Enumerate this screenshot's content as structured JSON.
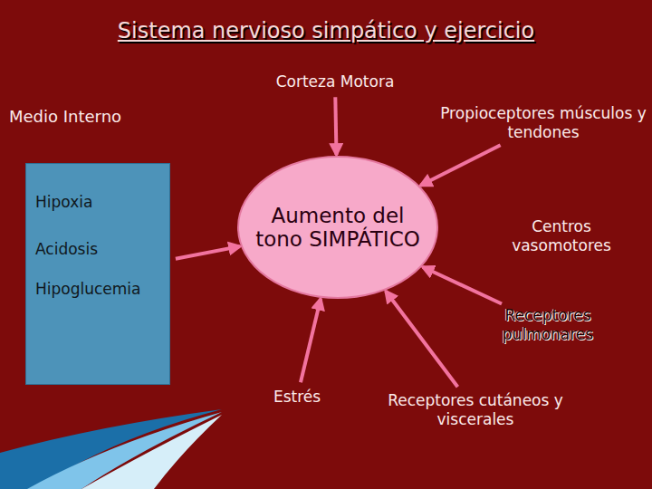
{
  "diagram": {
    "title": "Sistema nervioso simpático y ejercicio",
    "nodes": [
      {
        "text": [
          "Corteza Motora"
        ]
      },
      {
        "text": [
          "Medio Interno",
          "Hipoxia",
          "Acidosis",
          "Hipoglucemia"
        ]
      },
      {
        "text": [
          "Propioceptores músculos y tendones"
        ]
      },
      {
        "text": [
          "Aumento del tono SIMPÁTICO"
        ]
      },
      {
        "text": [
          "Centros vasomotores"
        ]
      },
      {
        "text": [
          "Receptores pulmonares"
        ]
      },
      {
        "text": [
          "Estrés"
        ]
      },
      {
        "text": [
          "Receptores cutáneos y viscerales"
        ]
      }
    ],
    "edges": [
      {
        "from": 0,
        "to": 3,
        "arrow": "to"
      },
      {
        "from": 2,
        "to": 3,
        "arrow": "to"
      },
      {
        "from": 1,
        "to": 3,
        "arrow": "to"
      },
      {
        "from": 6,
        "to": 3,
        "arrow": "to"
      },
      {
        "from": 5,
        "to": 3,
        "arrow": "to"
      },
      {
        "from": 7,
        "to": 3,
        "arrow": "to"
      }
    ]
  }
}
